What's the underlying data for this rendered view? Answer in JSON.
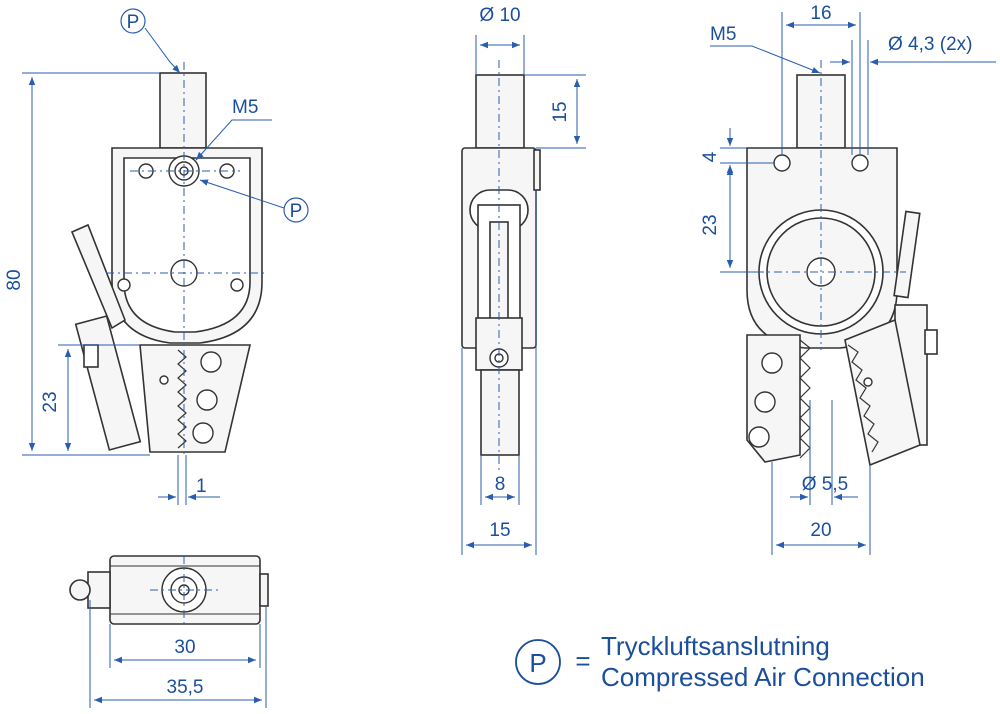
{
  "legend": {
    "symbol": "P",
    "equals": "=",
    "line1": "Tryckluftsanslutning",
    "line2": "Compressed Air Connection"
  },
  "front_view": {
    "port_top": "P",
    "thread": "M5",
    "port_side": "P",
    "height_total": "80",
    "height_jaw": "23",
    "jaw_offset": "1"
  },
  "side_view": {
    "shaft_diameter": "Ø 10",
    "shaft_length": "15",
    "jaw_width": "8",
    "body_width": "15"
  },
  "rear_view": {
    "thread": "M5",
    "hole_spacing": "16",
    "hole_diameter": "Ø 4,3 (2x)",
    "hole_offset": "4",
    "pivot_offset": "23",
    "jaw_diameter": "Ø 5,5",
    "jaw_spacing": "20"
  },
  "top_view": {
    "body_length": "30",
    "overall_length": "35,5"
  },
  "colors": {
    "dimension_blue": "#1b4f9c",
    "outline": "#333333"
  }
}
